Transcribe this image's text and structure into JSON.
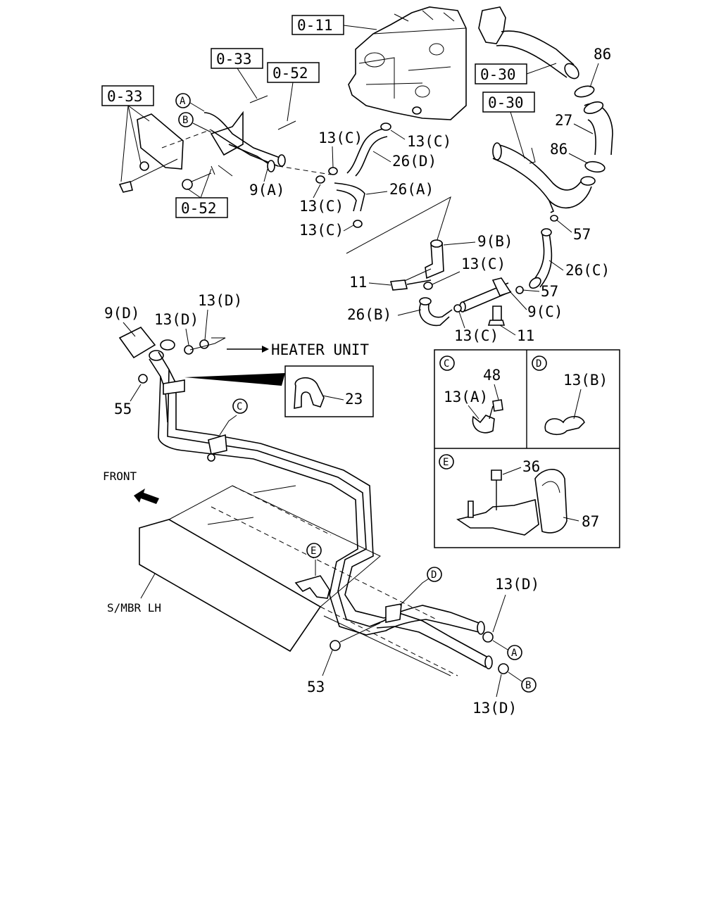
{
  "ref_boxes": {
    "r011": "0-11",
    "r033a": "0-33",
    "r033b": "0-33",
    "r052a": "0-52",
    "r052b": "0-52",
    "r030a": "0-30",
    "r030b": "0-30"
  },
  "callouts": {
    "p86a": "86",
    "p27": "27",
    "p86b": "86",
    "p13c_1": "13(C)",
    "p13c_2": "13(C)",
    "p26d": "26(D)",
    "p9a": "9(A)",
    "p26a": "26(A)",
    "p13c_3": "13(C)",
    "p13c_4": "13(C)",
    "p9b": "9(B)",
    "p57a": "57",
    "p13c_5": "13(C)",
    "p11a": "11",
    "p26c": "26(C)",
    "p57b": "57",
    "p26b": "26(B)",
    "p9c": "9(C)",
    "p13c_6": "13(C)",
    "p11b": "11",
    "p9d": "9(D)",
    "p13d_1": "13(D)",
    "p13d_2": "13(D)",
    "heater": "HEATER UNIT",
    "p55": "55",
    "p23": "23",
    "front": "FRONT",
    "smbr": "S/MBR LH",
    "p13d_3": "13(D)",
    "p53": "53",
    "p13d_4": "13(D)",
    "p48": "48",
    "p13a": "13(A)",
    "p13b": "13(B)",
    "p36": "36",
    "p87": "87"
  },
  "markers": {
    "a1": "A",
    "b1": "B",
    "c1": "C",
    "d1": "D",
    "e1": "E",
    "a2": "A",
    "b2": "B",
    "detail_c": "C",
    "detail_d": "D",
    "detail_e": "E"
  }
}
